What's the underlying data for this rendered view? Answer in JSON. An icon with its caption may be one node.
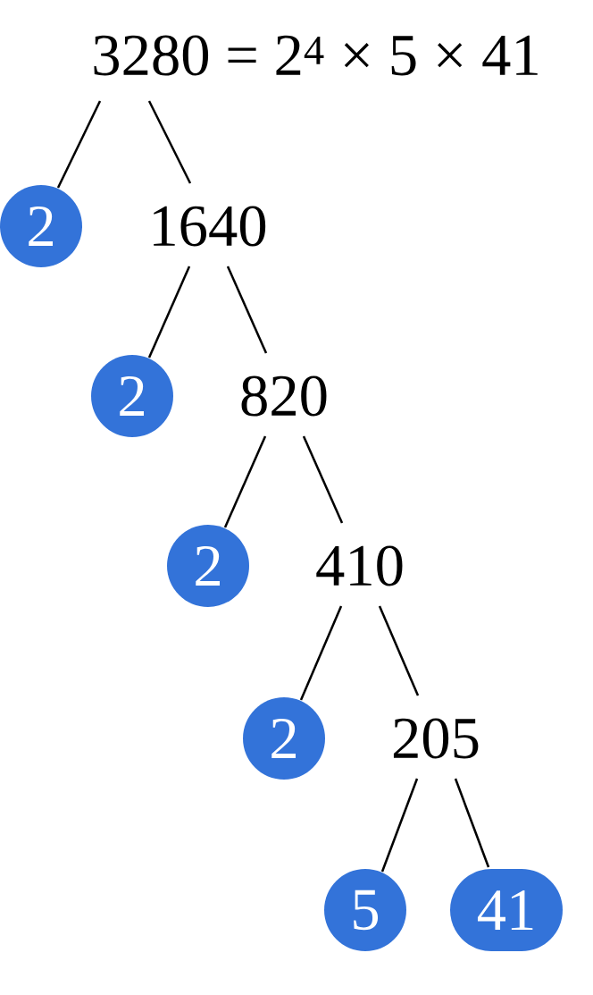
{
  "diagram": {
    "nodes": [
      {
        "text": [
          "3280 = 2$^{4}$ × 5 × 41"
        ]
      },
      {
        "text": [
          "2"
        ]
      },
      {
        "text": [
          "1640"
        ]
      },
      {
        "text": [
          "2"
        ]
      },
      {
        "text": [
          "820"
        ]
      },
      {
        "text": [
          "2"
        ]
      },
      {
        "text": [
          "410"
        ]
      },
      {
        "text": [
          "2"
        ]
      },
      {
        "text": [
          "205"
        ]
      },
      {
        "text": [
          "5"
        ]
      },
      {
        "text": [
          "41"
        ]
      }
    ],
    "edges": [
      {
        "from": 0,
        "to": 1,
        "arrow": "none"
      },
      {
        "from": 0,
        "to": 2,
        "arrow": "none"
      },
      {
        "from": 2,
        "to": 3,
        "arrow": "none"
      },
      {
        "from": 2,
        "to": 4,
        "arrow": "none"
      },
      {
        "from": 4,
        "to": 5,
        "arrow": "none"
      },
      {
        "from": 4,
        "to": 6,
        "arrow": "none"
      },
      {
        "from": 6,
        "to": 7,
        "arrow": "none"
      },
      {
        "from": 6,
        "to": 8,
        "arrow": "none"
      },
      {
        "from": 8,
        "to": 9,
        "arrow": "none"
      },
      {
        "from": 8,
        "to": 10,
        "arrow": "none"
      }
    ]
  }
}
